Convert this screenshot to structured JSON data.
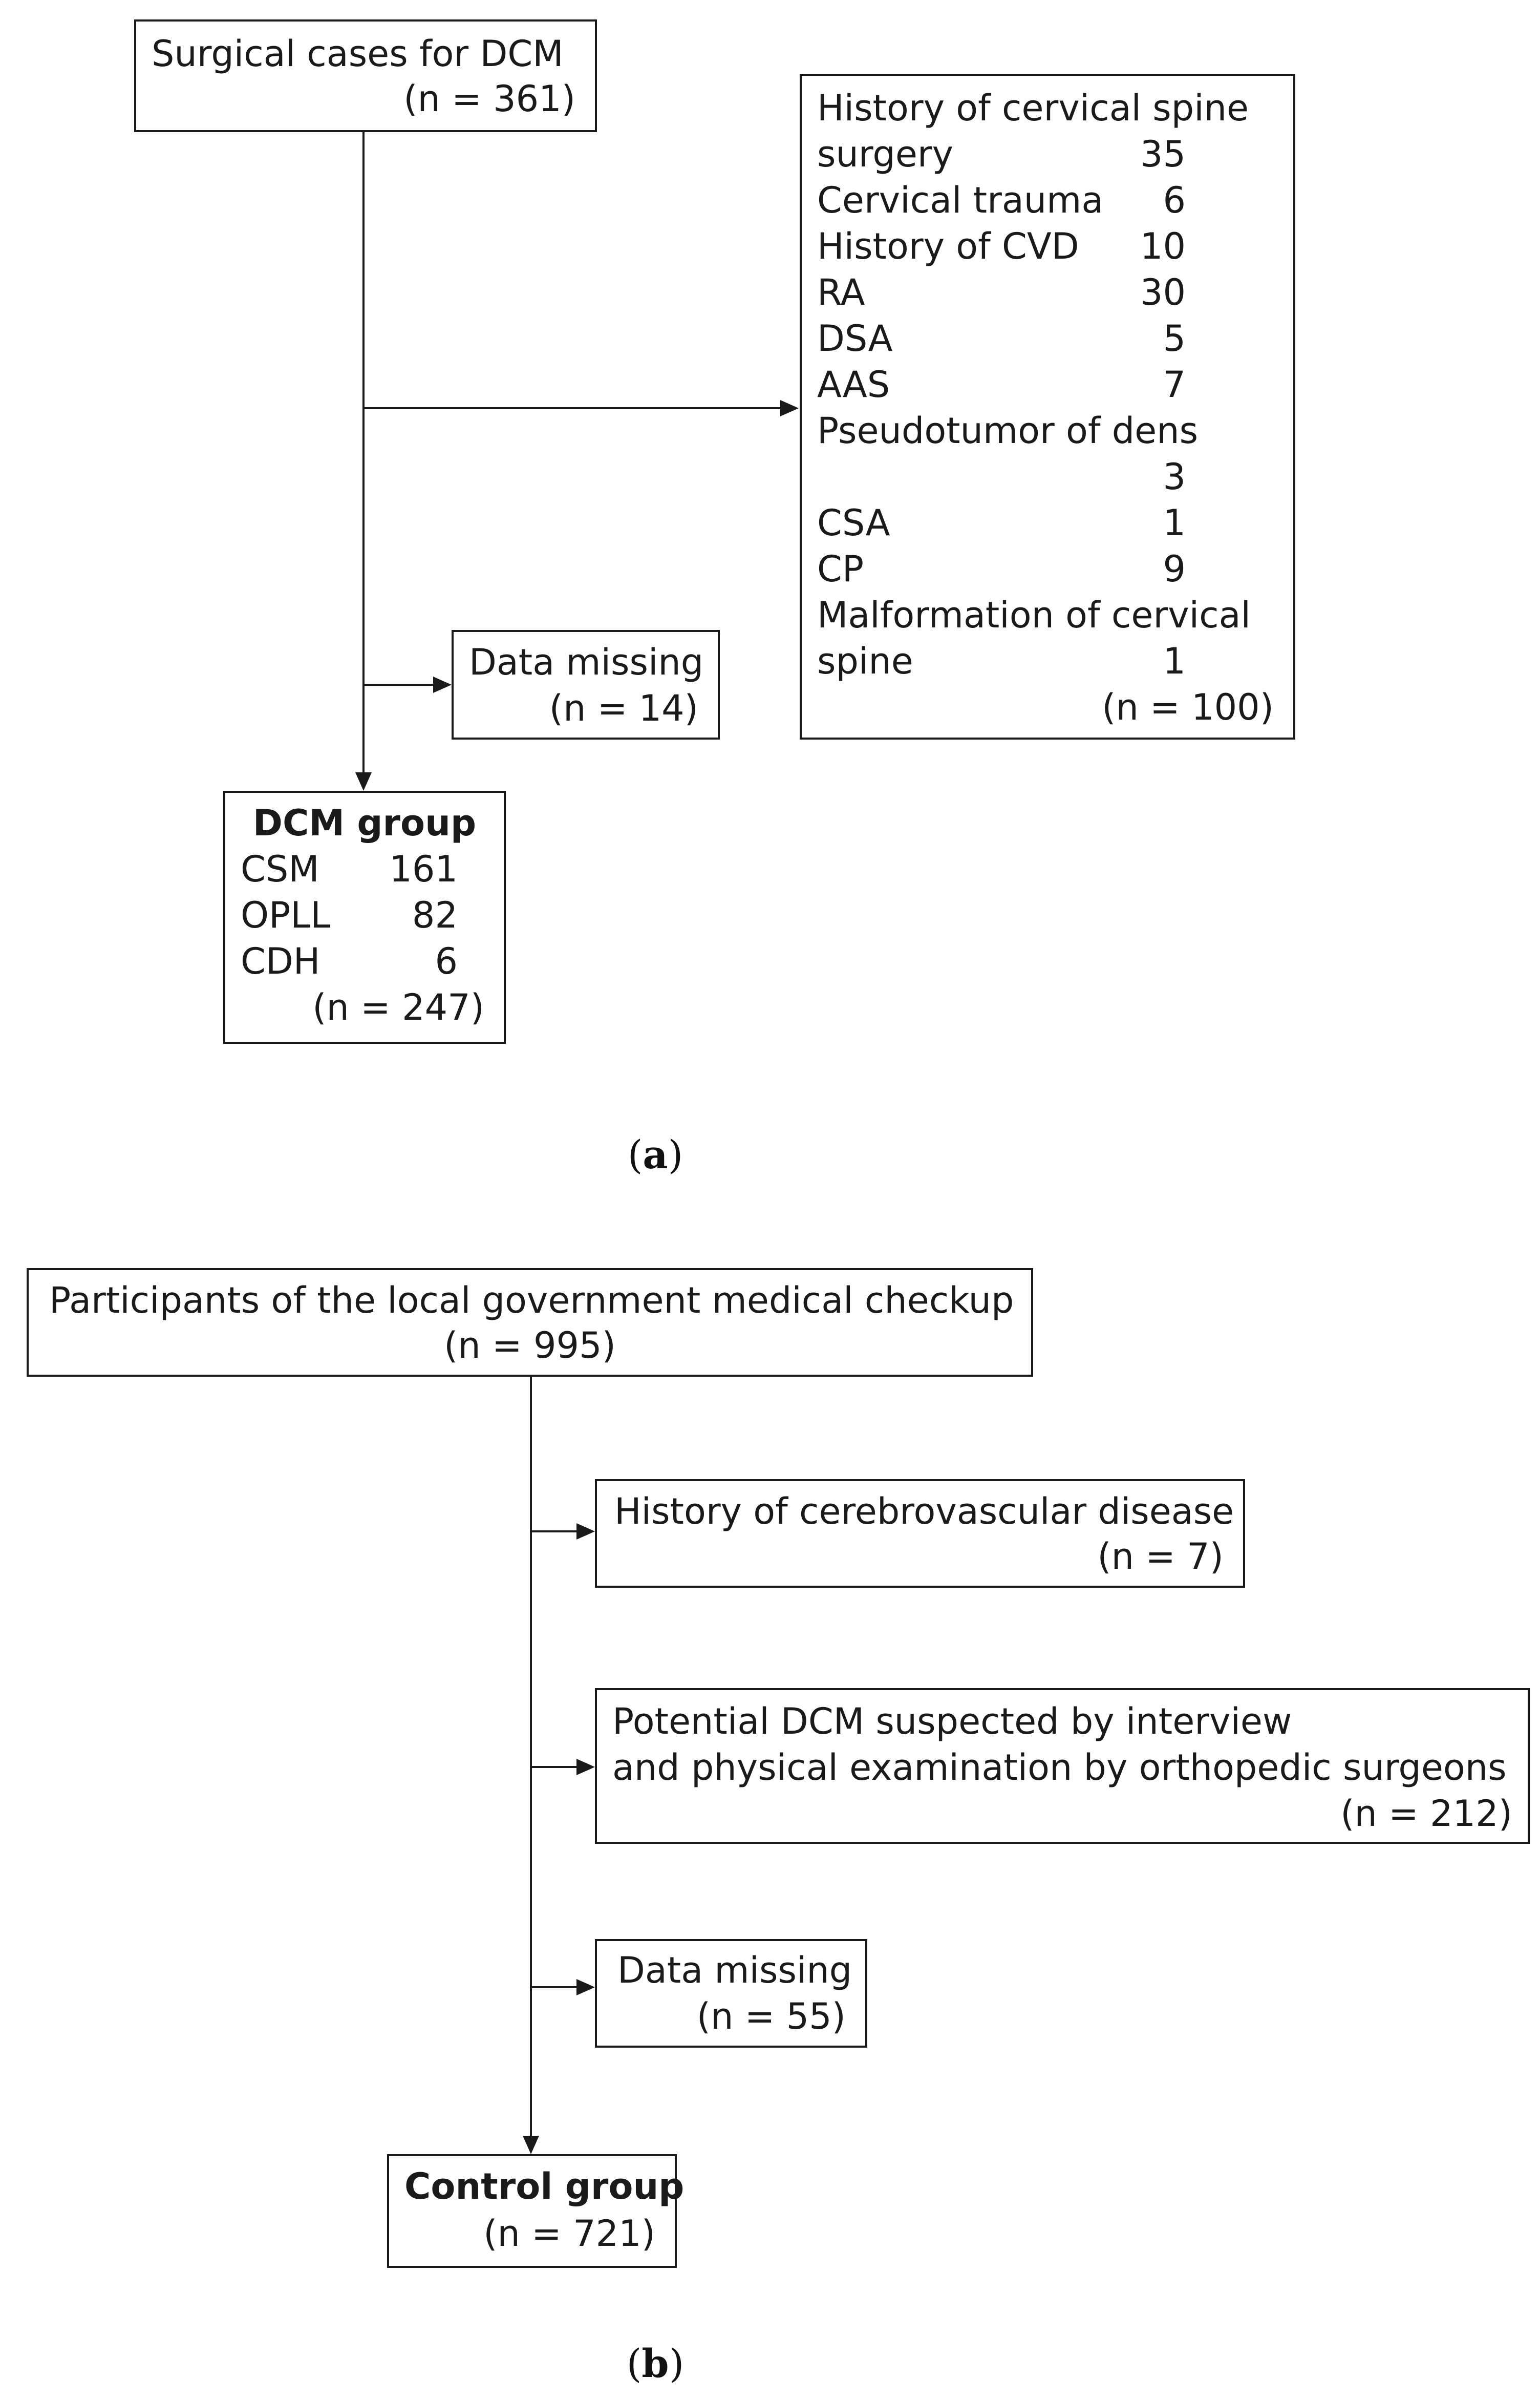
{
  "panel_a": {
    "caption_letter": "a",
    "top_box": {
      "title": "Surgical cases for DCM",
      "n": "(n = 361)"
    },
    "exclusion_box": {
      "items": [
        {
          "label": "History of cervical spine",
          "value": ""
        },
        {
          "label": "surgery",
          "value": "35"
        },
        {
          "label": "Cervical trauma",
          "value": "6"
        },
        {
          "label": "History of CVD",
          "value": "10"
        },
        {
          "label": "RA",
          "value": "30"
        },
        {
          "label": "DSA",
          "value": "5"
        },
        {
          "label": "AAS",
          "value": "7"
        },
        {
          "label": "Pseudotumor of dens",
          "value": ""
        },
        {
          "label": "",
          "value": "3"
        },
        {
          "label": "CSA",
          "value": "1"
        },
        {
          "label": "CP",
          "value": "9"
        },
        {
          "label": "Malformation of cervical",
          "value": ""
        },
        {
          "label": "spine",
          "value": "1"
        }
      ],
      "n": "(n = 100)"
    },
    "missing_box": {
      "title": "Data missing",
      "n": "(n = 14)"
    },
    "result_box": {
      "title": "DCM group",
      "items": [
        {
          "label": "CSM",
          "value": "161"
        },
        {
          "label": "OPLL",
          "value": "82"
        },
        {
          "label": "CDH",
          "value": "6"
        }
      ],
      "n": "(n = 247)"
    }
  },
  "panel_b": {
    "caption_letter": "b",
    "top_box": {
      "title": "Participants of the local government medical checkup",
      "n": "(n = 995)"
    },
    "cvd_box": {
      "title": "History of cerebrovascular disease",
      "n": "(n = 7)"
    },
    "potential_box": {
      "line1": "Potential DCM suspected by interview",
      "line2": "and physical examination by orthopedic surgeons",
      "n": "(n = 212)"
    },
    "missing_box": {
      "title": "Data missing",
      "n": "(n = 55)"
    },
    "result_box": {
      "title": "Control group",
      "n": "(n = 721)"
    }
  }
}
